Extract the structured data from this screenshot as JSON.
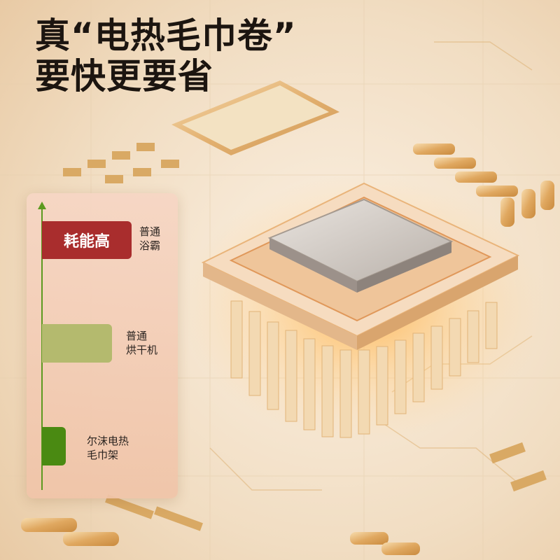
{
  "headline": {
    "line1": "真“电热毛巾卷”",
    "line2": "要快更要省"
  },
  "chart_data": {
    "type": "bar",
    "orientation": "horizontal",
    "categories": [
      "普通浴霸",
      "普通烘干机",
      "尔沫电热毛巾架"
    ],
    "values": [
      128,
      100,
      34
    ],
    "annotations": [
      "耗能高"
    ],
    "colors": [
      "#a92d2d",
      "#b4ba6e",
      "#4a8a12"
    ],
    "axis_color": "#5c9a1f"
  },
  "labels": {
    "high": {
      "badge": "耗能高",
      "line1": "普通",
      "line2": "浴霸"
    },
    "mid": {
      "line1": "普通",
      "line2": "烘干机"
    },
    "low": {
      "line1": "尔沫电热",
      "line2": "毛巾架"
    }
  }
}
